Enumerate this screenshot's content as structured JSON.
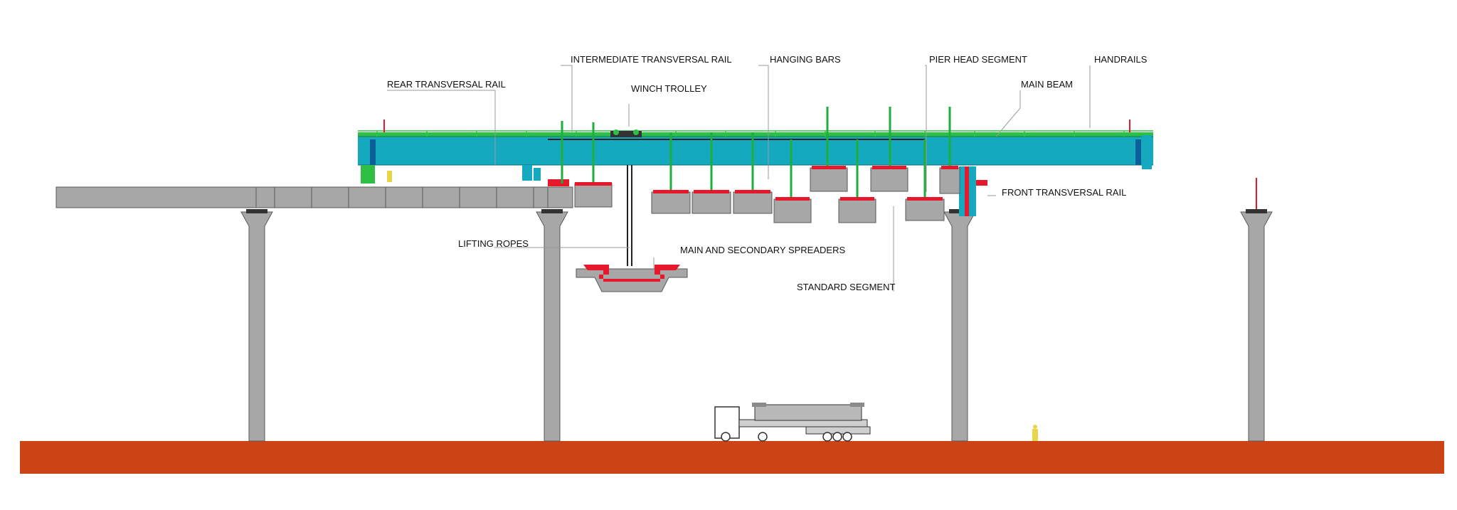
{
  "labels": {
    "rear_transversal_rail": "REAR TRANSVERSAL RAIL",
    "intermediate_transversal_rail": "INTERMEDIATE TRANSVERSAL RAIL",
    "winch_trolley": "WINCH TROLLEY",
    "hanging_bars": "HANGING BARS",
    "pier_head_segment": "PIER HEAD SEGMENT",
    "main_beam": "MAIN BEAM",
    "handrails": "HANDRAILS",
    "front_transversal_rail": "FRONT TRANSVERSAL RAIL",
    "lifting_ropes": "LIFTING ROPES",
    "main_and_secondary_spreaders": "MAIN AND SECONDARY SPREADERS",
    "standard_segment": "STANDARD SEGMENT"
  },
  "colors": {
    "ground": "#cc4316",
    "main_beam": "#14a9be",
    "handrail": "#2fbf45",
    "hanging_bar": "#1eae3c",
    "spreader": "#e5182c",
    "concrete": "#a7a7a7",
    "concrete_edge": "#5a5a5a"
  }
}
